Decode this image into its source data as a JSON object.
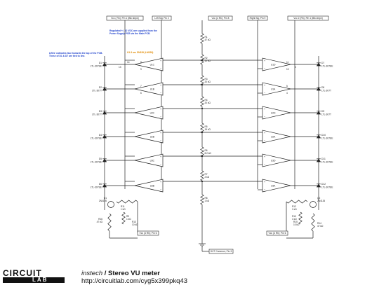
{
  "diagram": {
    "headers": {
      "vcc_left": "Vcc ( Rh); Pin 1 (Blk stripe)",
      "left_sig": "Left Sig; Pin 2",
      "vcc_mid": "Vcc (4 Rh); Pin 8",
      "right_sig": "Right Sig; Pin 9",
      "vcc_right": "Vcc 2 (Rh); Pin 1 (Blk stripe)"
    },
    "notes": {
      "regulated_l1": "Regulated +/- 12 VDC are supplied from the",
      "regulated_l2": "Power Supply PCB via the Main PCB.",
      "leds_l1": "LEDs' cathodes face towards the top of the PCB.",
      "leds_l2": "These of D1 & D7 are tied to line.",
      "quad_label": "U1-3 are SN339 (LM339)"
    },
    "resistor_chain": [
      {
        "ref": "R1",
        "value": "47 kΩ"
      },
      {
        "ref": "R2",
        "value": "10 kΩ"
      },
      {
        "ref": "R3",
        "value": "20 kΩ"
      },
      {
        "ref": "R4",
        "value": "20 kΩ"
      },
      {
        "ref": "R5",
        "value": "15 kΩ"
      },
      {
        "ref": "R6",
        "value": "8.2 kΩ"
      },
      {
        "ref": "R7",
        "value": "2 kΩ"
      },
      {
        "ref": "R8",
        "value": "1 kΩ"
      }
    ],
    "left_leds": [
      {
        "ref": "D1",
        "part": "LTL-307EE"
      },
      {
        "ref": "D2",
        "part": "LTL-307T"
      },
      {
        "ref": "D3",
        "part": "LTL-307T"
      },
      {
        "ref": "D4",
        "part": "LTL-307EE"
      },
      {
        "ref": "D5",
        "part": "LTL-307EE"
      },
      {
        "ref": "D6",
        "part": "LTL-307EE"
      }
    ],
    "right_leds": [
      {
        "ref": "D7",
        "part": "LTL-307EE"
      },
      {
        "ref": "D8",
        "part": "LTL-307T"
      },
      {
        "ref": "D9",
        "part": "LTL-307T"
      },
      {
        "ref": "D10",
        "part": "LTL-307EE"
      },
      {
        "ref": "D11",
        "part": "LTL-307EE"
      },
      {
        "ref": "D12",
        "part": "LTL-307EE"
      }
    ],
    "left_comparators": [
      "U1C",
      "U1B",
      "U2C",
      "U2B",
      "U3C",
      "U3B"
    ],
    "right_comparators": [
      "U1D",
      "U1A",
      "U2D",
      "U2A",
      "U3D",
      "U3A"
    ],
    "left_transistor": {
      "q": "Q1",
      "q_part": "2N4126",
      "r_a": "R11",
      "r_a_val": "1 kΩ",
      "r_b": "R9",
      "r_b_val": "1 kΩ",
      "r_c": "R13",
      "r_c_val": "10 kΩ",
      "r_d": "R16",
      "r_d_val": "47 kΩ"
    },
    "right_transistor": {
      "q": "Q2",
      "q_part": "2N4126",
      "r_a": "R12",
      "r_a_val": "1 kΩ",
      "r_b": "R10",
      "r_b_val": "1 kΩ",
      "r_c": "R15",
      "r_c_val": "10 kΩ",
      "r_d": "R14",
      "r_d_val": "47 kΩ"
    },
    "bottom_boxes": {
      "vcc_left": "Vcc (4 Rh); Pin 6",
      "vcc_right": "Vcc (4 Rh); Pin 6",
      "common": "DCT Common; Pin 3"
    },
    "pin_numbers": [
      "14",
      "13",
      "8",
      "9",
      "7",
      "6",
      "11",
      "10",
      "5",
      "4",
      "3"
    ]
  },
  "footer": {
    "brand_top": "CIRCUIT",
    "brand_bottom": "LAB",
    "author": "instech",
    "separator": " / ",
    "project": "Stereo VU meter",
    "url": "http://circuitlab.com/cyg5x399pkq43"
  },
  "colors": {
    "wire": "#222222",
    "note_blue": "#2244cc",
    "note_orange": "#e08a00",
    "box_border": "#222222"
  }
}
